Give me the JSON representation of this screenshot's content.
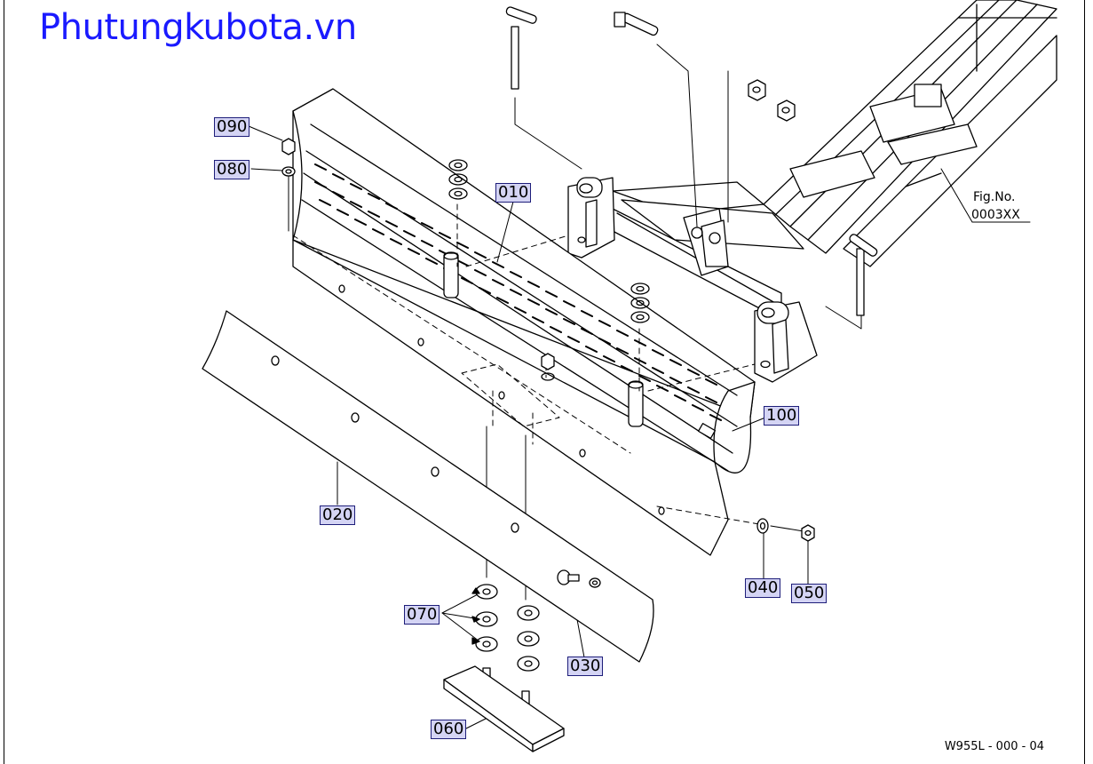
{
  "header": {
    "site_title": "Phutungkubota.vn"
  },
  "diagram": {
    "figure_label": "Fig.No.",
    "figure_number": "0003XX",
    "drawing_number": "W955L - 000 - 04",
    "callouts": [
      "090",
      "080",
      "010",
      "100",
      "020",
      "040",
      "050",
      "070",
      "030",
      "060"
    ]
  },
  "colors": {
    "title": "#1a1aff",
    "callout_fill": "#d4d4f4",
    "callout_border": "#1e1e7a",
    "line": "#000000"
  }
}
